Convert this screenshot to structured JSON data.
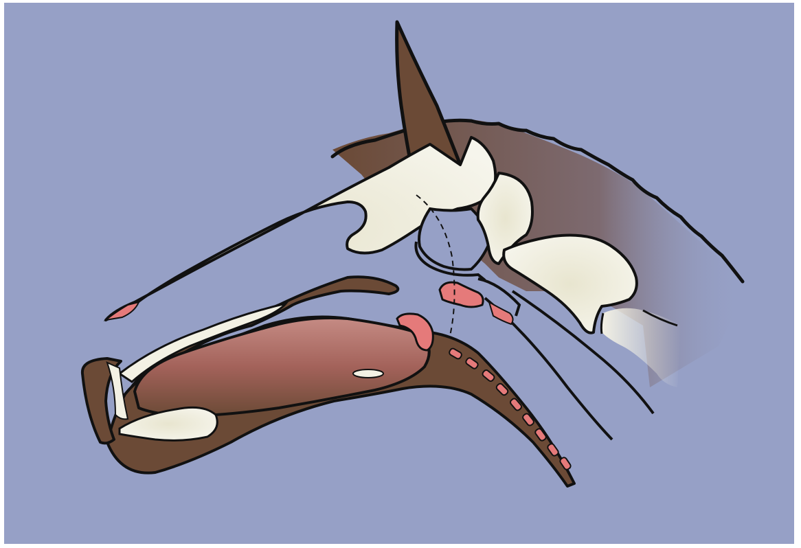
{
  "diagram": {
    "labels": [],
    "colors": {
      "background": "#96a0c6",
      "tissue": "#6b4a36",
      "bone": "#f3f1e4",
      "soft_tissue": "#e57a7a",
      "tongue": "#a3625a",
      "outline": "#111111"
    },
    "parts": [
      "nasal-bone",
      "ear",
      "mane-neck",
      "skull",
      "atlas-vertebra",
      "axis-vertebra",
      "third-vertebra",
      "soft-palate",
      "epiglottis",
      "tongue",
      "lower-jaw",
      "incisors",
      "trachea",
      "esophagus"
    ]
  }
}
